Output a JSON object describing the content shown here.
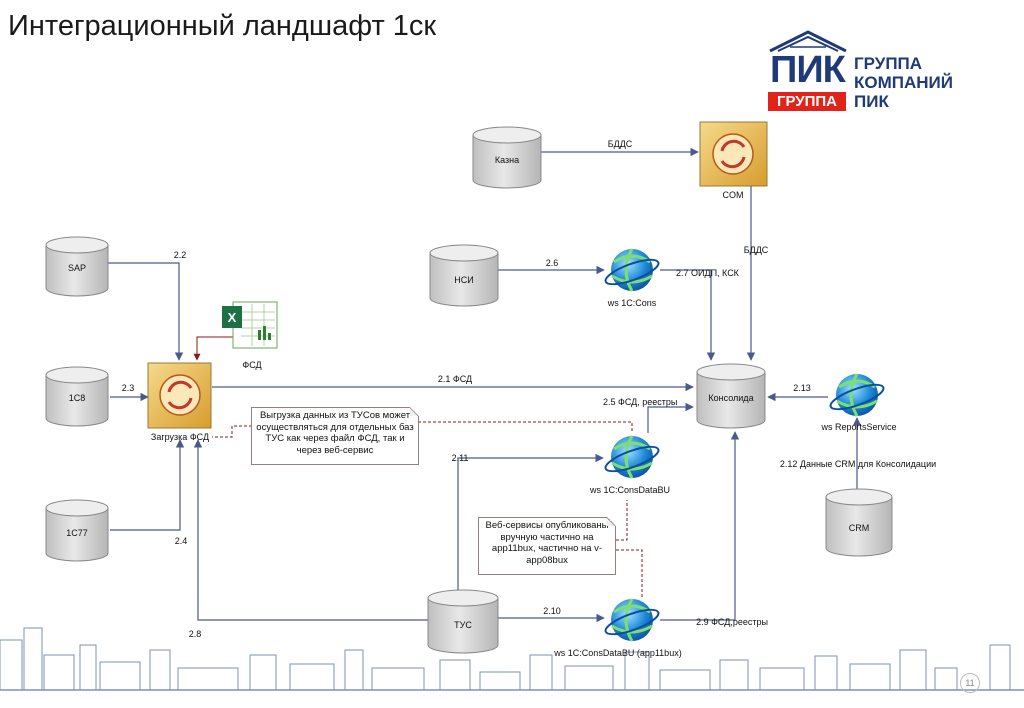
{
  "slide": {
    "title": "Интеграционный ландшафт 1ск",
    "page_number": "11"
  },
  "logo": {
    "pik_big": "ПИК",
    "pik_red": "ГРУППА",
    "line1": "ГРУППА",
    "line2": "КОМПАНИЙ",
    "line3": "ПИК"
  },
  "nodes": {
    "kazna": "Казна",
    "sap": "SAP",
    "nsi": "НСИ",
    "c8": "1С8",
    "c77": "1С77",
    "konsolida": "Консолида",
    "crm": "CRM",
    "tus": "ТУС",
    "com": "COM",
    "zagruzka": "Загрузка ФСД",
    "fsd_file": "ФСД",
    "ws_cons": "ws 1C:Cons",
    "ws_reports": "ws ReportsService",
    "ws_consdatabu": "ws 1C:ConsDataBU",
    "ws_consdatabu_app": "ws 1C:ConsDataBU (app11bux)"
  },
  "edges": {
    "e_bdds_top": "БДДС",
    "e_bdds_side": "БДДС",
    "e_2_2": "2.2",
    "e_2_6": "2.6",
    "e_2_7": "2.7 ОИДП, КСК",
    "e_2_3": "2.3",
    "e_2_1": "2.1 ФСД",
    "e_2_5": "2.5 ФСД, реестры",
    "e_2_13": "2.13",
    "e_2_11": "2.11",
    "e_2_12": "2.12 Данные CRM для Консолидации",
    "e_2_4": "2.4",
    "e_2_10": "2.10",
    "e_2_9": "2.9 ФСД,реестры",
    "e_2_8": "2.8"
  },
  "notes": {
    "note1": "Выгрузка данных из ТУСов может осуществляться для отдельных баз ТУС как через файл ФСД, так и через веб-сервис",
    "note2": "Веб-сервисы опубликованы вручную частично на app11bux, частично на v-app08bux"
  },
  "colors": {
    "logo_blue": "#1e3a78",
    "logo_red": "#e2231a",
    "edge": "#4a5a8c",
    "db_fill": "#d6d6d6",
    "proc_fill": "#e9b84c",
    "note_link": "#8b1a1a"
  }
}
